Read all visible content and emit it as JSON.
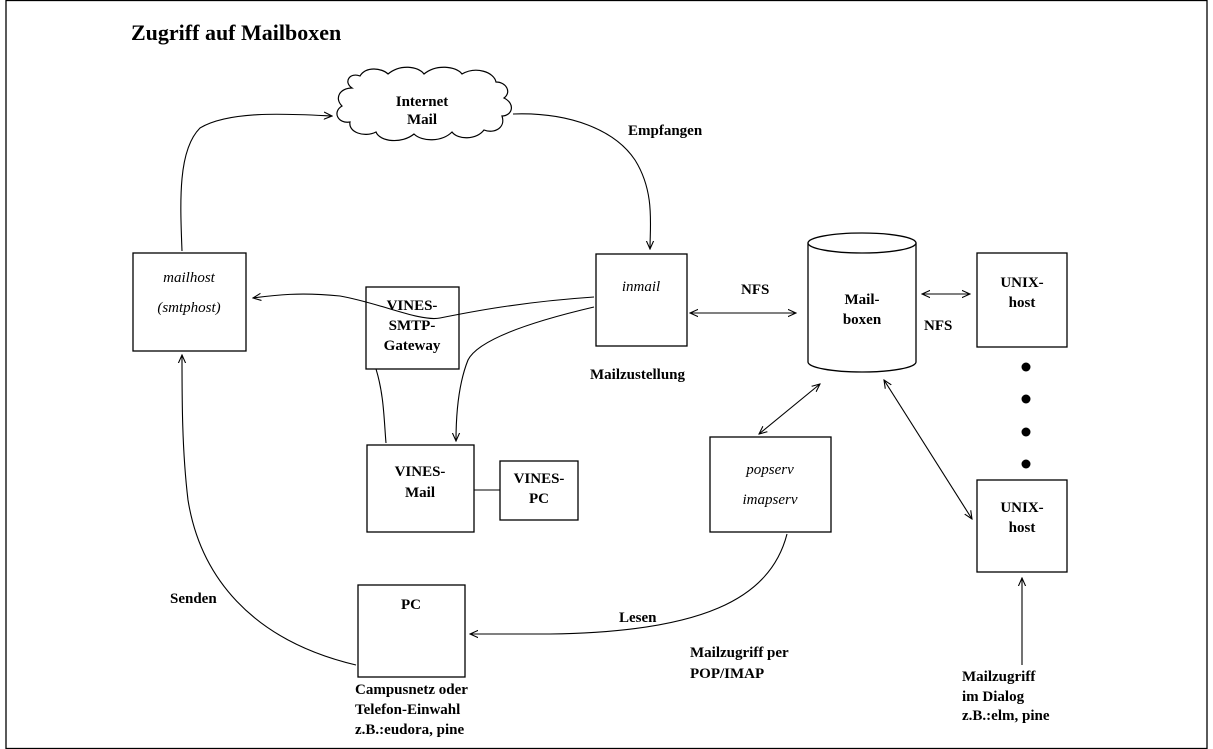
{
  "title": "Zugriff auf Mailboxen",
  "nodes": {
    "internet_mail": {
      "line1": "Internet",
      "line2": "Mail"
    },
    "mailhost": {
      "line1": "mailhost",
      "line2": "(smtphost)"
    },
    "vines_gateway": {
      "line1": "VINES-",
      "line2": "SMTP-",
      "line3": "Gateway"
    },
    "inmail": {
      "line1": "inmail"
    },
    "mailboxen": {
      "line1": "Mail-",
      "line2": "boxen"
    },
    "unix_host_top": {
      "line1": "UNIX-",
      "line2": "host"
    },
    "unix_host_bottom": {
      "line1": "UNIX-",
      "line2": "host"
    },
    "vines_mail": {
      "line1": "VINES-",
      "line2": "Mail"
    },
    "vines_pc": {
      "line1": "VINES-",
      "line2": "PC"
    },
    "popserv": {
      "line1": "popserv",
      "line2": "imapserv"
    },
    "pc": {
      "line1": "PC"
    }
  },
  "labels": {
    "empfangen": "Empfangen",
    "nfs_left": "NFS",
    "nfs_right": "NFS",
    "mailzustellung": "Mailzustellung",
    "senden": "Senden",
    "lesen": "Lesen",
    "popimap": {
      "line1": "Mailzugriff per",
      "line2": "POP/IMAP"
    },
    "campus": {
      "line1": "Campusnetz oder",
      "line2": "Telefon-Einwahl",
      "line3": "z.B.:eudora, pine"
    },
    "dialog": {
      "line1": "Mailzugriff",
      "line2": "im Dialog",
      "line3": "z.B.:elm, pine"
    }
  }
}
